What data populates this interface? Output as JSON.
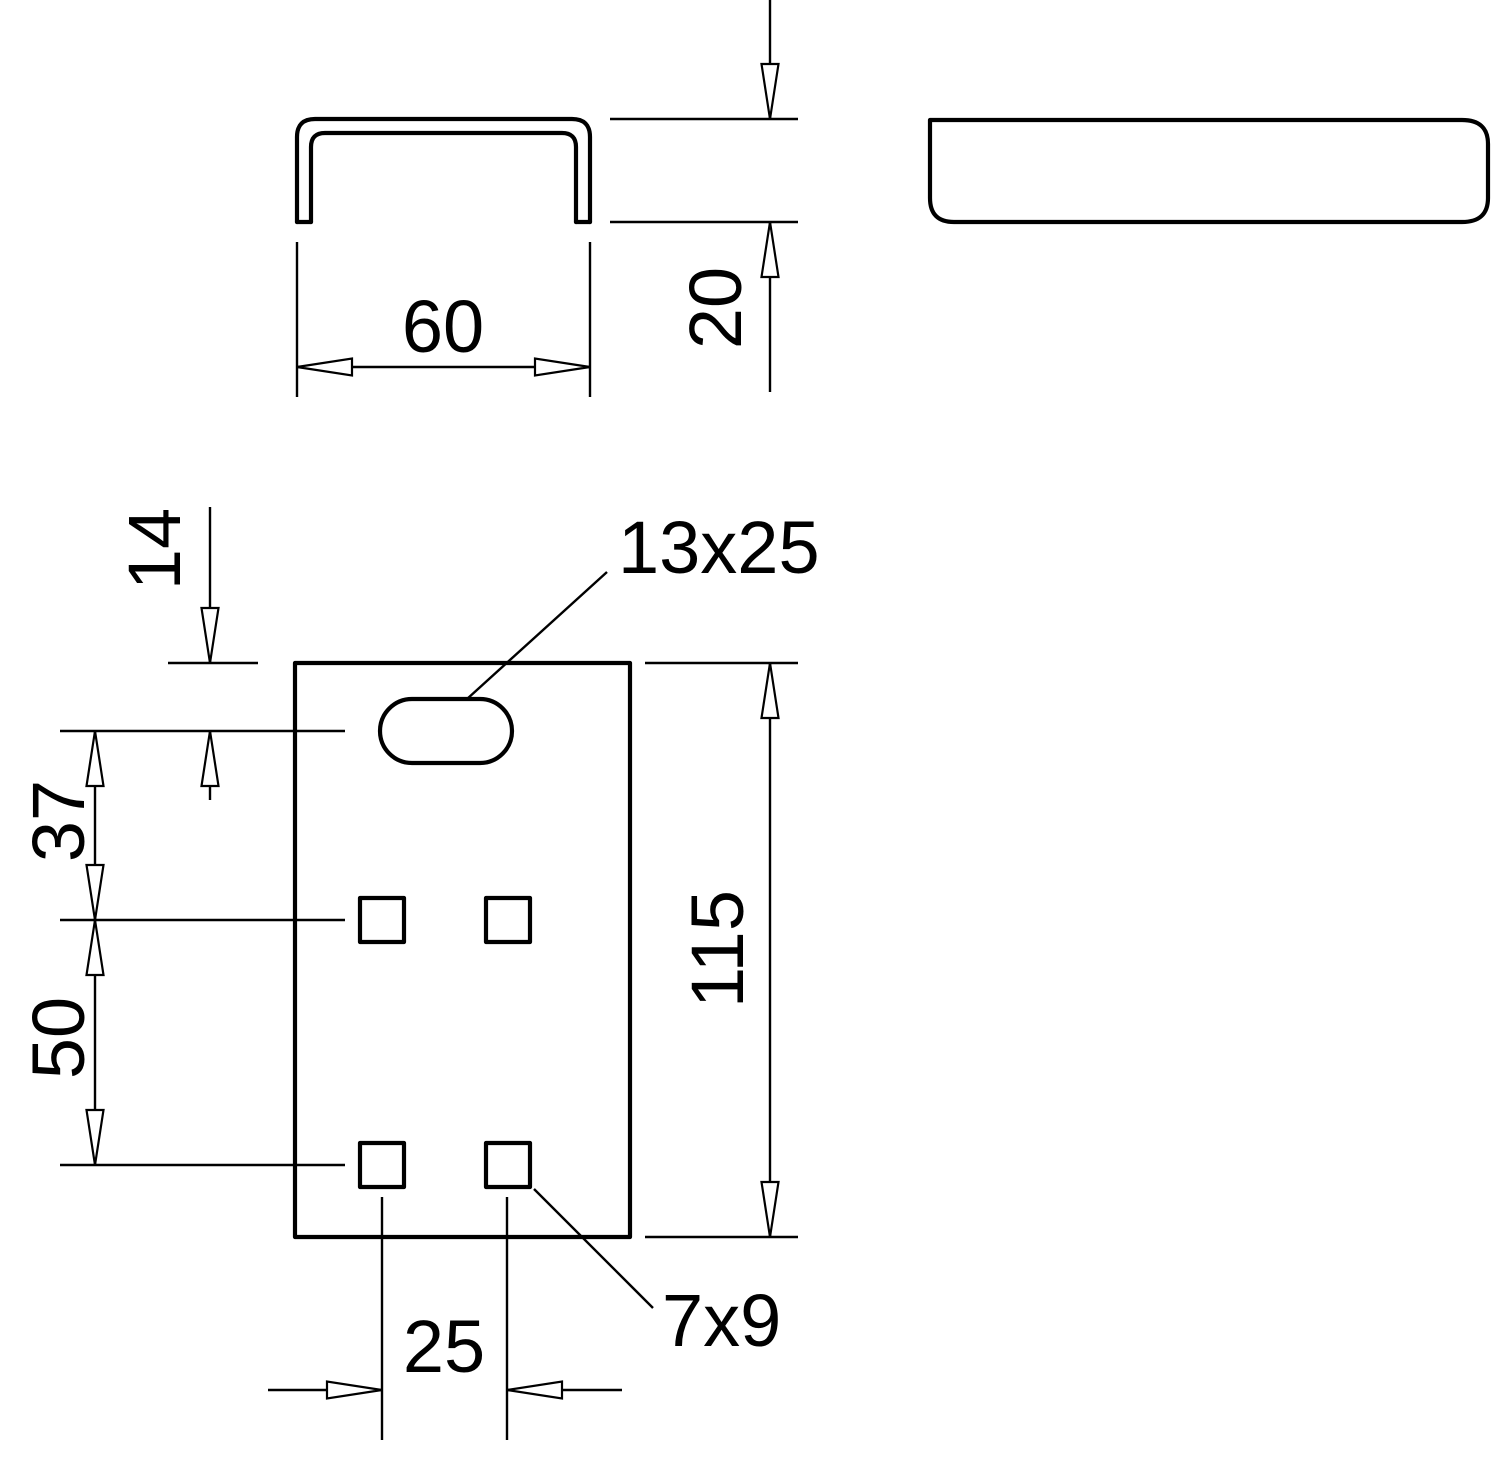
{
  "dims": {
    "channel_width": "60",
    "profile_height": "20",
    "slot_offset_top": "14",
    "slot_to_holes": "37",
    "hole_row_pitch": "50",
    "plate_height": "115",
    "hole_column_pitch": "25"
  },
  "labels": {
    "slot_size": "13x25",
    "hole_size": "7x9"
  },
  "colors": {
    "line": "#000000",
    "background": "#ffffff"
  }
}
